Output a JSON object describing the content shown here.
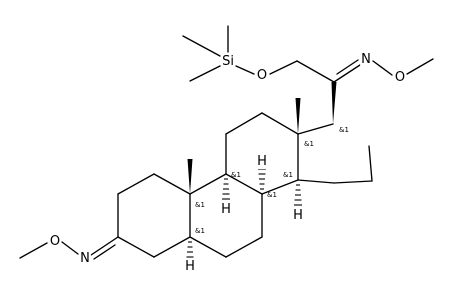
{
  "molecule": {
    "atom_labels": {
      "si": "Si",
      "o_silyl": "O",
      "n_top": "N",
      "o_top": "O",
      "n_bottom": "N",
      "o_bottom": "O",
      "h_c9": "H",
      "h_c8": "H",
      "h_c14": "H",
      "h_c5": "H"
    },
    "stereo_label": "&1"
  }
}
